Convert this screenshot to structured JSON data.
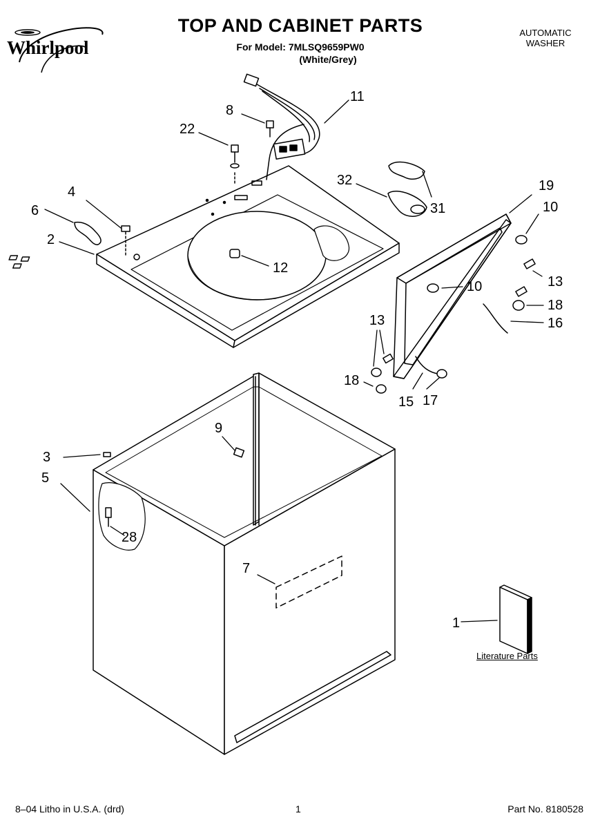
{
  "brand": {
    "name": "Whirlpool"
  },
  "header": {
    "title": "TOP AND CABINET PARTS",
    "model_line": "For Model: 7MLSQ9659PW0",
    "model_variant": "(White/Grey)",
    "product_type_line1": "AUTOMATIC",
    "product_type_line2": "WASHER"
  },
  "callouts": {
    "c11": "11",
    "c8": "8",
    "c22": "22",
    "c32": "32",
    "c31": "31",
    "c19": "19",
    "c10a": "10",
    "c4": "4",
    "c6": "6",
    "c2": "2",
    "c12": "12",
    "c10b": "10",
    "c13a": "13",
    "c18a": "18",
    "c16": "16",
    "c13b": "13",
    "c18b": "18",
    "c15": "15",
    "c17": "17",
    "c9": "9",
    "c3": "3",
    "c5": "5",
    "c28": "28",
    "c7": "7",
    "c1": "1"
  },
  "literature_label": "Literature Parts",
  "footer": {
    "print_info": "8–04 Litho in U.S.A. (drd)",
    "page_number": "1",
    "part_number": "Part No. 8180528"
  }
}
